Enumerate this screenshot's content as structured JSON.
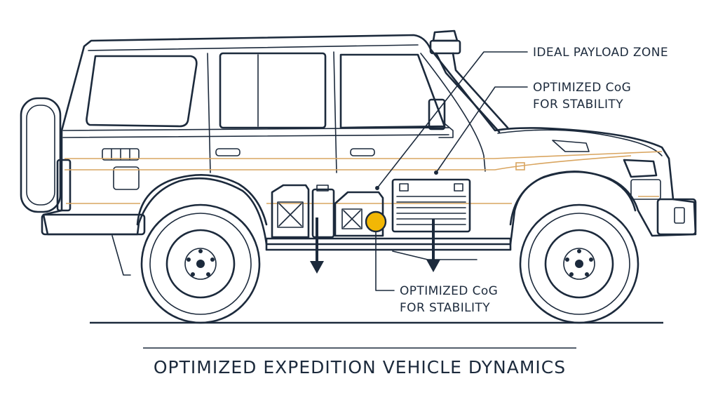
{
  "colors": {
    "line": "#1c2a3c",
    "accent": "#d9a560",
    "cog_marker": "#f2b705",
    "background": "#ffffff"
  },
  "labels": {
    "ideal_payload_zone": "IDEAL PAYLOAD ZONE",
    "cog_upper_line1": "OPTIMIZED CoG",
    "cog_upper_line2": "FOR STABILITY",
    "cog_lower_line1": "OPTIMIZED CoG",
    "cog_lower_line2": "FOR STABILITY"
  },
  "title": "OPTIMIZED EXPEDITION VEHICLE DYNAMICS",
  "icons": [
    "vehicle-illustration",
    "jerry-can-icon",
    "storage-drawer-icon",
    "down-arrow-icon",
    "cog-marker-icon",
    "wheel-icon",
    "snorkel-icon",
    "spare-tire-icon"
  ]
}
